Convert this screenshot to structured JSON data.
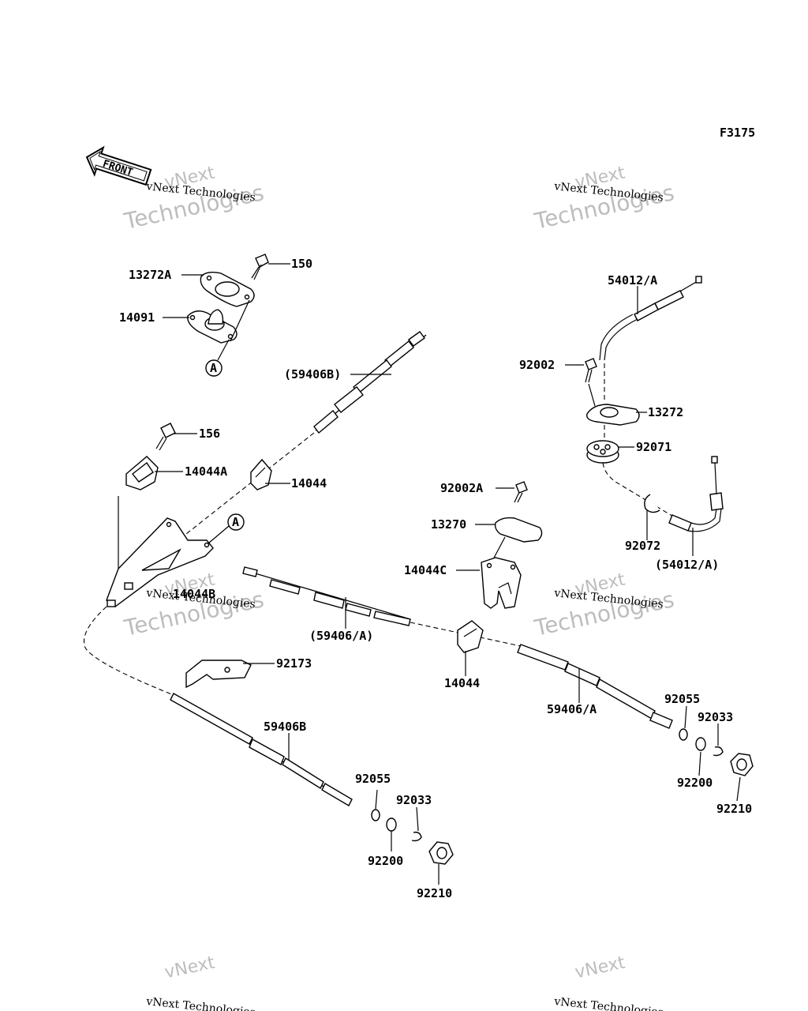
{
  "figure_code": "F3175",
  "front_label": "FRONT",
  "ref_marker": "A",
  "watermark": {
    "line1": "vNext",
    "line2": "vNext Technologies",
    "line3": "Technologies"
  },
  "parts": [
    {
      "id": "p13272A",
      "label": "13272A"
    },
    {
      "id": "p150",
      "label": "150"
    },
    {
      "id": "p14091",
      "label": "14091"
    },
    {
      "id": "p59406B_paren",
      "label": "(59406B)"
    },
    {
      "id": "p156",
      "label": "156"
    },
    {
      "id": "p14044A",
      "label": "14044A"
    },
    {
      "id": "p14044_top",
      "label": "14044"
    },
    {
      "id": "p14044B",
      "label": "14044B"
    },
    {
      "id": "p59406A_paren",
      "label": "(59406/A)"
    },
    {
      "id": "p92173",
      "label": "92173"
    },
    {
      "id": "p59406B",
      "label": "59406B"
    },
    {
      "id": "p92055_l",
      "label": "92055"
    },
    {
      "id": "p92033_l",
      "label": "92033"
    },
    {
      "id": "p92200_l",
      "label": "92200"
    },
    {
      "id": "p92210_l",
      "label": "92210"
    },
    {
      "id": "p54012A",
      "label": "54012/A"
    },
    {
      "id": "p92002",
      "label": "92002"
    },
    {
      "id": "p13272",
      "label": "13272"
    },
    {
      "id": "p92071",
      "label": "92071"
    },
    {
      "id": "p92002A",
      "label": "92002A"
    },
    {
      "id": "p13270",
      "label": "13270"
    },
    {
      "id": "p14044C",
      "label": "14044C"
    },
    {
      "id": "p92072",
      "label": "92072"
    },
    {
      "id": "p54012A_paren",
      "label": "(54012/A)"
    },
    {
      "id": "p14044_mid",
      "label": "14044"
    },
    {
      "id": "p59406A",
      "label": "59406/A"
    },
    {
      "id": "p92055_r",
      "label": "92055"
    },
    {
      "id": "p92033_r",
      "label": "92033"
    },
    {
      "id": "p92200_r",
      "label": "92200"
    },
    {
      "id": "p92210_r",
      "label": "92210"
    }
  ]
}
